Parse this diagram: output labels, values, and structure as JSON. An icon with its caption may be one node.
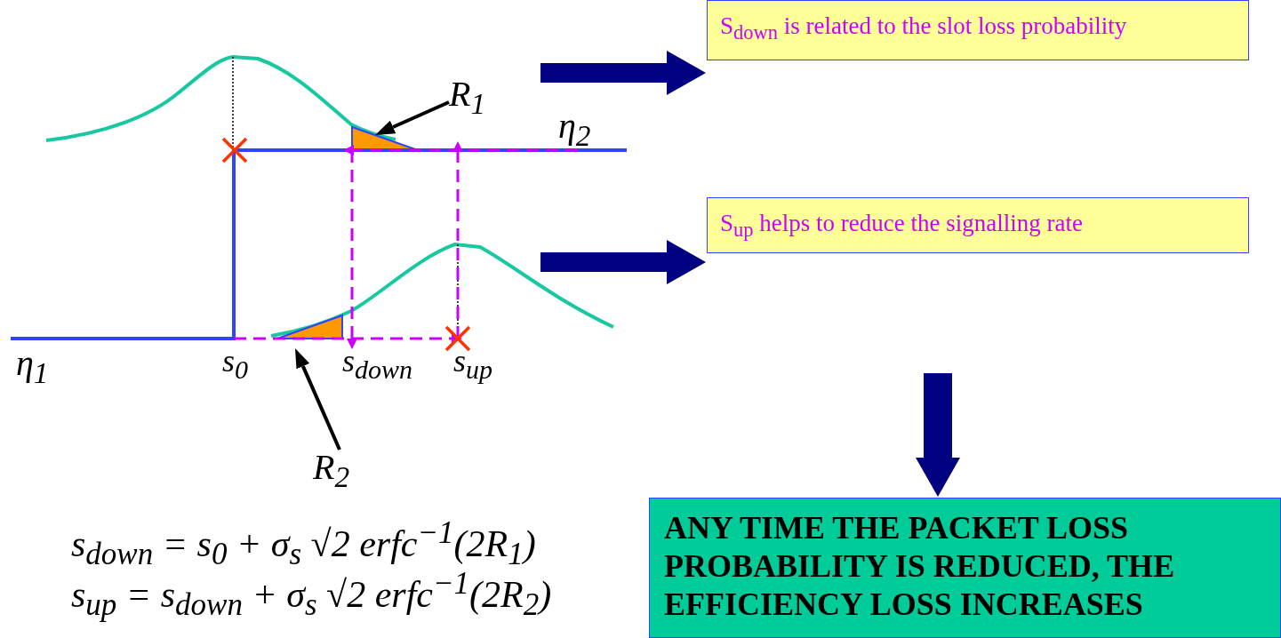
{
  "diagram": {
    "nodes": [
      {
        "text": [
          "S$_{down}$ is related to the slot loss probability"
        ]
      },
      {
        "text": [
          "S$_{up}$ helps to reduce the signalling rate"
        ]
      },
      {
        "text": [
          "ANY TIME THE PACKET LOSS PROBABILITY IS REDUCED, THE EFFICIENCY LOSS INCREASES"
        ]
      },
      {
        "text": [
          "R$_{1}$"
        ]
      },
      {
        "text": [
          "R$_{2}$"
        ]
      }
    ],
    "edges": [
      {
        "from": null,
        "to": 0,
        "arrow": "to"
      },
      {
        "from": null,
        "to": 1,
        "arrow": "to"
      },
      {
        "from": null,
        "to": 2,
        "arrow": "to"
      },
      {
        "from": 3,
        "to": null,
        "arrow": "to",
        "color": "#000000"
      },
      {
        "from": 4,
        "to": null,
        "arrow": "to",
        "color": "#000000"
      }
    ],
    "labels": [
      "η$_{2}$",
      "η$_{1}$",
      "s$_{0}$",
      "s$_{down}$",
      "s$_{up}$",
      "s$_{down}$ = s$_{0}$ + σ$_{s}$ √2 erfc$^{−1}$(2R$_{1}$)",
      "s$_{up}$ = s$_{down}$ + σ$_{s}$ √2 erfc$^{−1}$(2R$_{2}$)"
    ]
  }
}
